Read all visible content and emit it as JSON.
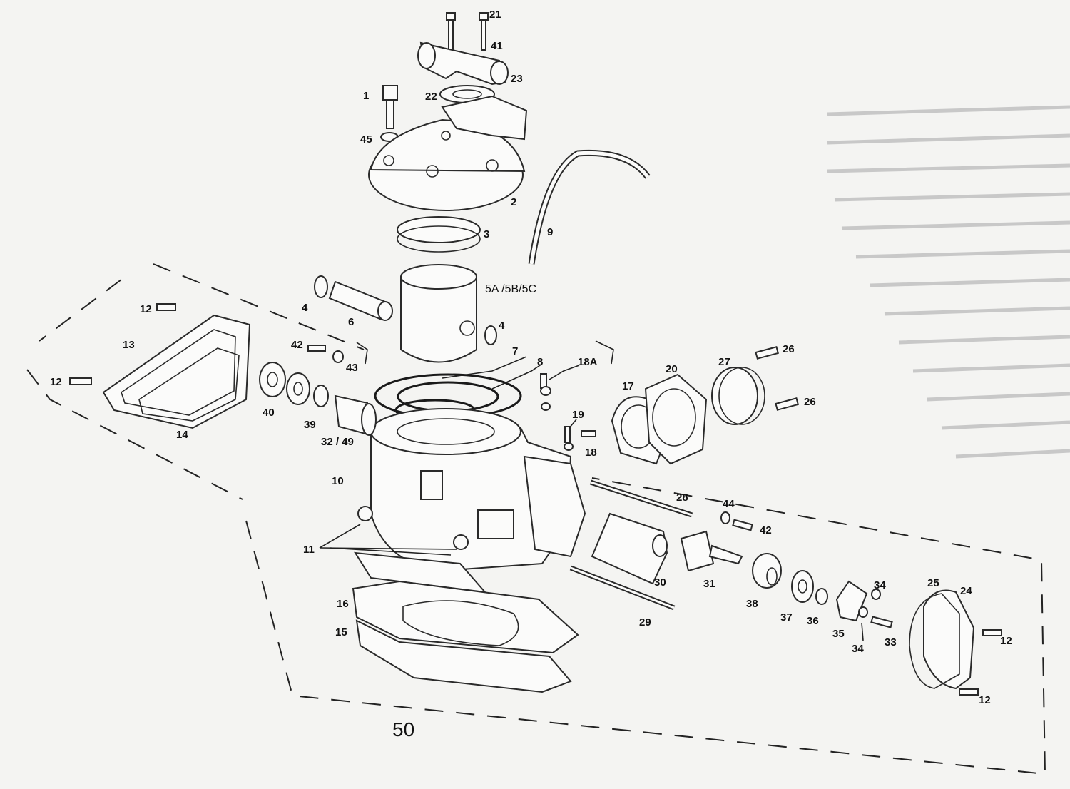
{
  "diagram": {
    "figure_number": "50",
    "callouts": {
      "c1": "1",
      "c2": "2",
      "c3": "3",
      "c4a": "4",
      "c4b": "4",
      "c5": "5A /5B/5C",
      "c6": "6",
      "c7": "7",
      "c8": "8",
      "c9": "9",
      "c10": "10",
      "c11": "11",
      "c12a": "12",
      "c12b": "12",
      "c12c": "12",
      "c12d": "12",
      "c13": "13",
      "c14": "14",
      "c15": "15",
      "c16": "16",
      "c17": "17",
      "c18": "18",
      "c18a": "18A",
      "c19": "19",
      "c20": "20",
      "c21": "21",
      "c22": "22",
      "c23": "23",
      "c24": "24",
      "c25": "25",
      "c26a": "26",
      "c26b": "26",
      "c27": "27",
      "c28": "28",
      "c29": "29",
      "c30": "30",
      "c31": "31",
      "c3249": "32 / 49",
      "c33": "33",
      "c34a": "34",
      "c34b": "34",
      "c35": "35",
      "c36": "36",
      "c37": "37",
      "c38": "38",
      "c39": "39",
      "c40": "40",
      "c41": "41",
      "c42a": "42",
      "c42b": "42",
      "c43": "43",
      "c44": "44",
      "c45": "45"
    }
  },
  "colors": {
    "background": "#f4f4f2",
    "line": "#2a2a2a"
  }
}
